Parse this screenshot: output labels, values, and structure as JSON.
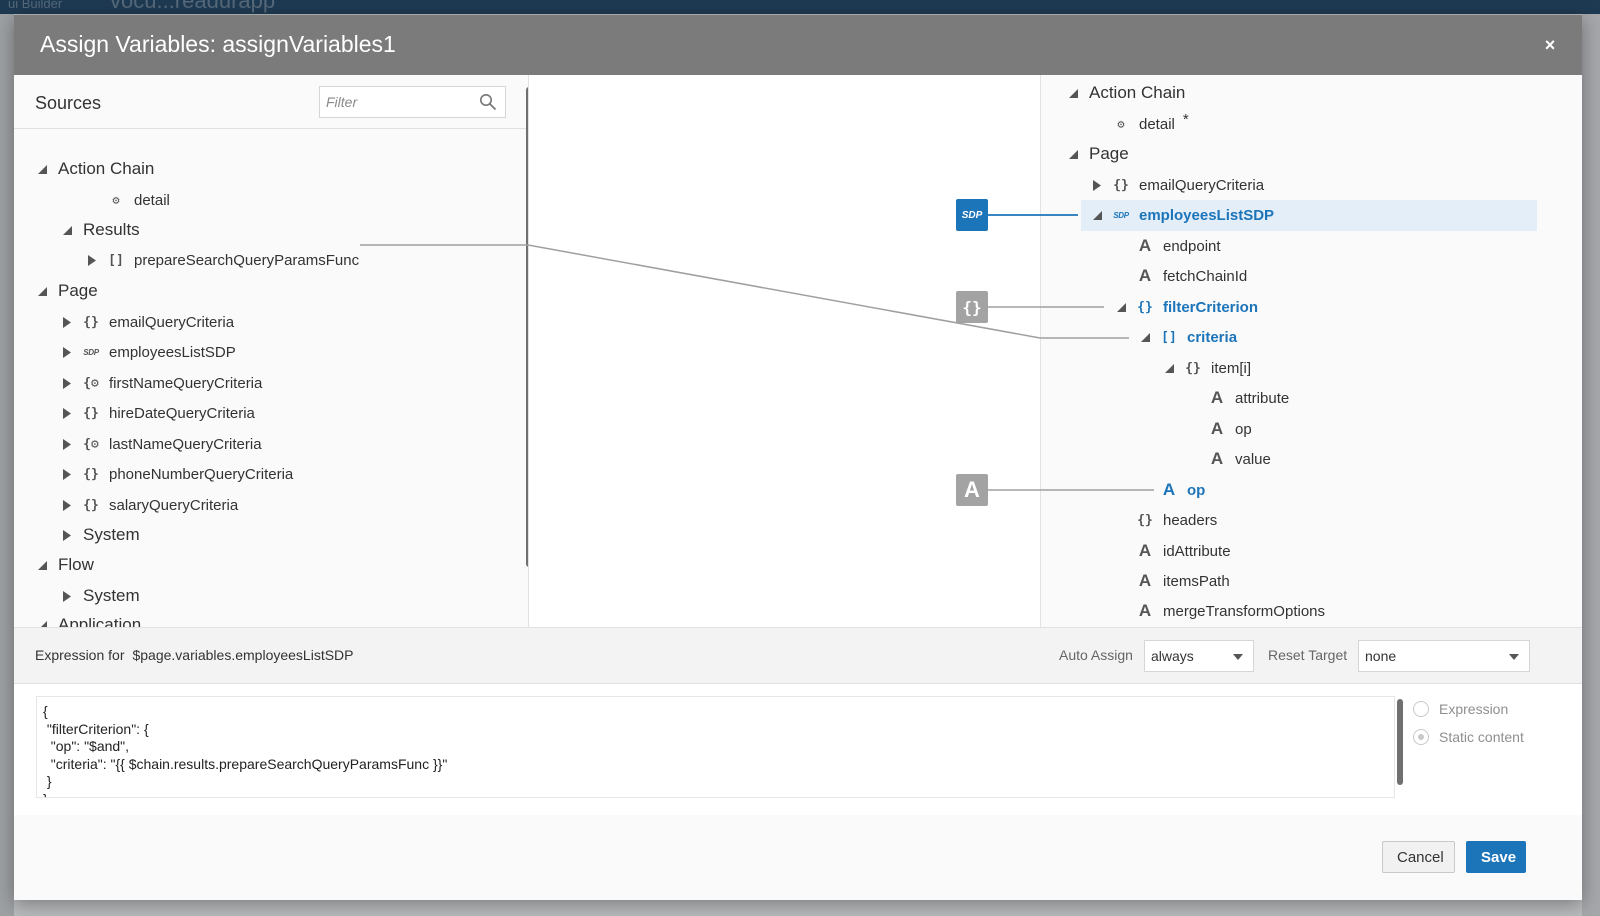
{
  "background": {
    "topbar_text_left": "ui Builder",
    "topbar_text_mid": "vocu...readurapp"
  },
  "dialog": {
    "title": "Assign Variables: assignVariables1",
    "close_glyph": "×"
  },
  "sources": {
    "title": "Sources",
    "filter_placeholder": "Filter",
    "tree": [
      {
        "label": "Action Chain",
        "icon": "",
        "level": 0,
        "state": "expanded"
      },
      {
        "label": "detail",
        "icon": "gear-icon",
        "level": 2,
        "state": "leaf"
      },
      {
        "label": "Results",
        "icon": "",
        "level": 1,
        "state": "expanded"
      },
      {
        "label": "prepareSearchQueryParamsFunc",
        "icon": "array-icon",
        "level": 2,
        "state": "collapsed"
      },
      {
        "label": "Page",
        "icon": "",
        "level": 0,
        "state": "expanded"
      },
      {
        "label": "emailQueryCriteria",
        "icon": "object-icon",
        "level": 1,
        "state": "collapsed"
      },
      {
        "label": "employeesListSDP",
        "icon": "sdp-icon",
        "level": 1,
        "state": "collapsed"
      },
      {
        "label": "firstNameQueryCriteria",
        "icon": "object-gear-icon",
        "level": 1,
        "state": "collapsed"
      },
      {
        "label": "hireDateQueryCriteria",
        "icon": "object-icon",
        "level": 1,
        "state": "collapsed"
      },
      {
        "label": "lastNameQueryCriteria",
        "icon": "object-gear-icon",
        "level": 1,
        "state": "collapsed"
      },
      {
        "label": "phoneNumberQueryCriteria",
        "icon": "object-icon",
        "level": 1,
        "state": "collapsed"
      },
      {
        "label": "salaryQueryCriteria",
        "icon": "object-icon",
        "level": 1,
        "state": "collapsed"
      },
      {
        "label": "System",
        "icon": "",
        "level": 1,
        "state": "collapsed"
      },
      {
        "label": "Flow",
        "icon": "",
        "level": 0,
        "state": "expanded"
      },
      {
        "label": "System",
        "icon": "",
        "level": 1,
        "state": "collapsed"
      },
      {
        "label": "Application",
        "icon": "",
        "level": 0,
        "state": "expanded"
      }
    ]
  },
  "target": {
    "tree": [
      {
        "label": "Action Chain",
        "icon": "",
        "state": "expanded"
      },
      {
        "label": "detail",
        "icon": "gear-icon",
        "state": "leaf",
        "suffix": "*"
      },
      {
        "label": "Page",
        "icon": "",
        "state": "expanded"
      },
      {
        "label": "emailQueryCriteria",
        "icon": "object-icon",
        "state": "collapsed"
      },
      {
        "label": "employeesListSDP",
        "icon": "sdp-icon",
        "state": "expanded"
      },
      {
        "label": "endpoint",
        "icon": "string-icon",
        "state": "leaf"
      },
      {
        "label": "fetchChainId",
        "icon": "string-icon",
        "state": "leaf"
      },
      {
        "label": "filterCriterion",
        "icon": "object-icon",
        "state": "expanded"
      },
      {
        "label": "criteria",
        "icon": "array-icon",
        "state": "expanded"
      },
      {
        "label": "item[i]",
        "icon": "object-icon",
        "state": "expanded"
      },
      {
        "label": "attribute",
        "icon": "string-icon",
        "state": "leaf"
      },
      {
        "label": "op",
        "icon": "string-icon",
        "state": "leaf"
      },
      {
        "label": "value",
        "icon": "string-icon",
        "state": "leaf"
      },
      {
        "label": "op",
        "icon": "string-icon",
        "state": "leaf"
      },
      {
        "label": "headers",
        "icon": "object-icon",
        "state": "leaf"
      },
      {
        "label": "idAttribute",
        "icon": "string-icon",
        "state": "leaf"
      },
      {
        "label": "itemsPath",
        "icon": "string-icon",
        "state": "leaf"
      },
      {
        "label": "mergeTransformOptions",
        "icon": "string-icon",
        "state": "leaf"
      }
    ],
    "markers": {
      "sdp": "SDP",
      "object": "{}",
      "string": "A"
    }
  },
  "icons": {
    "object": "{}",
    "array": "[]",
    "string": "A",
    "sdp": "SDP",
    "gear": "⚙",
    "object_gear": "{⚙"
  },
  "expression": {
    "label": "Expression for",
    "path": "$page.variables.employeesListSDP",
    "auto_assign_label": "Auto Assign",
    "auto_assign_value": "always",
    "reset_target_label": "Reset Target",
    "reset_target_value": "none",
    "code_lines": [
      "{",
      " \"filterCriterion\": {",
      "  \"op\": \"$and\",",
      "  \"criteria\": \"{{ $chain.results.prepareSearchQueryParamsFunc }}\"",
      " }",
      "}"
    ],
    "radio_expression": "Expression",
    "radio_static": "Static content"
  },
  "footer": {
    "cancel_label": "Cancel",
    "save_label": "Save"
  },
  "colors": {
    "accent": "#1c74b9",
    "header": "#7b7b7b",
    "marker_grey": "#a3a3a3",
    "selected_row": "#e3eef9"
  }
}
